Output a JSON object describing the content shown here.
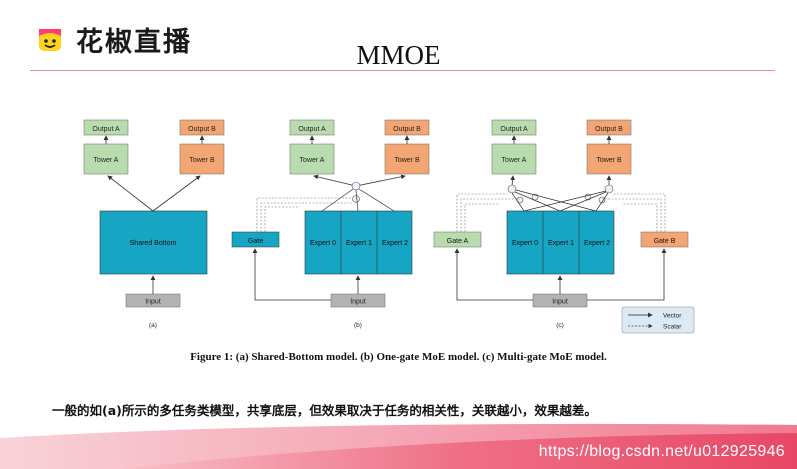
{
  "header": {
    "logo_text": "花椒直播",
    "title": "MMOE"
  },
  "diagram": {
    "labels": {
      "output_a": "Output A",
      "output_b": "Output B",
      "tower_a": "Tower A",
      "tower_b": "Tower B",
      "shared_bottom": "Shared Bottom",
      "input": "Input",
      "gate": "Gate",
      "gate_a": "Gate A",
      "gate_b": "Gate B",
      "expert0": "Expert 0",
      "expert1": "Expert 1",
      "expert2": "Expert 2",
      "sub_a": "(a)",
      "sub_b": "(b)",
      "sub_c": "(c)"
    },
    "legend": {
      "vector": "Vector",
      "scalar": "Scalar"
    },
    "colors": {
      "output_a": "#b9dcae",
      "output_b": "#f3a673",
      "tower_a": "#b9dcae",
      "tower_b": "#f3a673",
      "expert": "#17a5c4",
      "input": "#b3b3b3",
      "gate_a": "#b9dcae",
      "gate_b": "#f3a673",
      "legend_bg": "#dde9f5"
    }
  },
  "caption": "Figure 1: (a) Shared-Bottom model. (b) One-gate MoE model. (c) Multi-gate MoE model.",
  "body_text": "一般的如(a)所示的多任务类模型，共享底层，但效果取决于任务的相关性，关联越小，效果越差。",
  "watermark": "https://blog.csdn.net/u012925946"
}
